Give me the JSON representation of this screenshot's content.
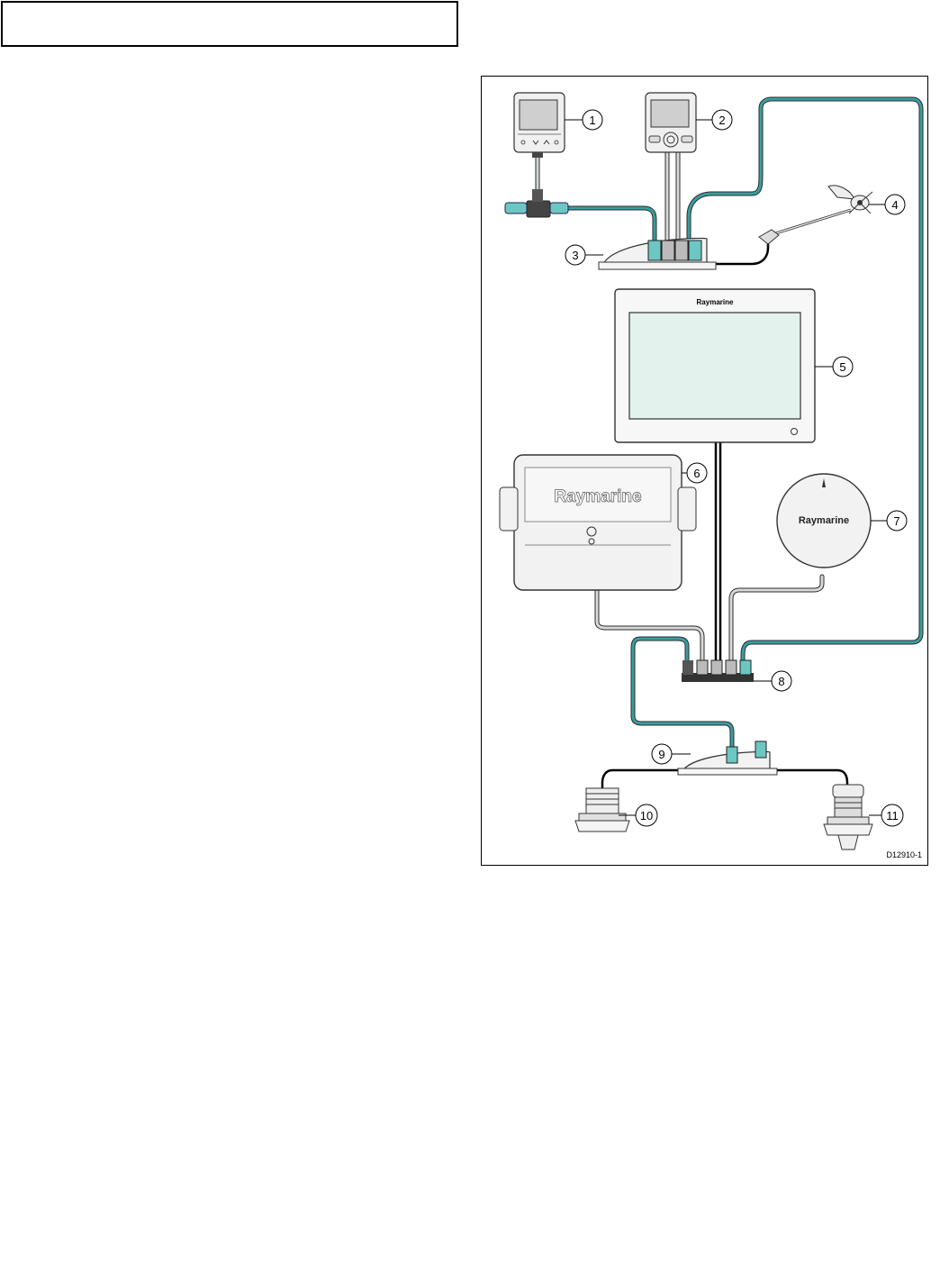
{
  "figure": {
    "id": "D12910-1",
    "callouts": [
      "1",
      "2",
      "3",
      "4",
      "5",
      "6",
      "7",
      "8",
      "9",
      "10",
      "11"
    ],
    "brand_display": "Raymarine",
    "brand_acu": "Raymarine",
    "brand_compass": "Raymarine",
    "colors": {
      "network_cable": "#3a9ea0",
      "power_cable": "#000000",
      "device_outline": "#333333",
      "screen_fill": "#e4f2ee",
      "housing_fill": "#f2f2f2"
    }
  }
}
